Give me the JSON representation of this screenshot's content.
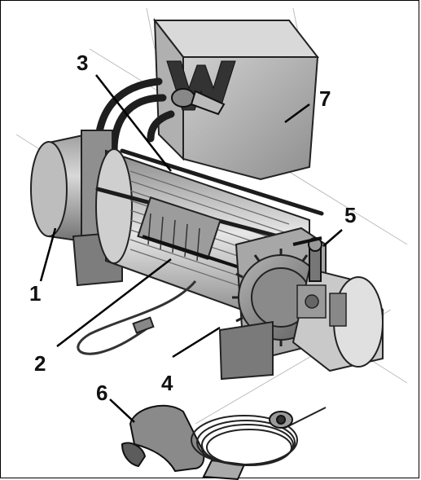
{
  "callouts": [
    {
      "id": "1",
      "text": "1"
    },
    {
      "id": "2",
      "text": "2"
    },
    {
      "id": "3",
      "text": "3"
    },
    {
      "id": "4",
      "text": "4"
    },
    {
      "id": "5",
      "text": "5"
    },
    {
      "id": "6",
      "text": "6"
    },
    {
      "id": "7",
      "text": "7"
    }
  ],
  "logo_text": "W"
}
